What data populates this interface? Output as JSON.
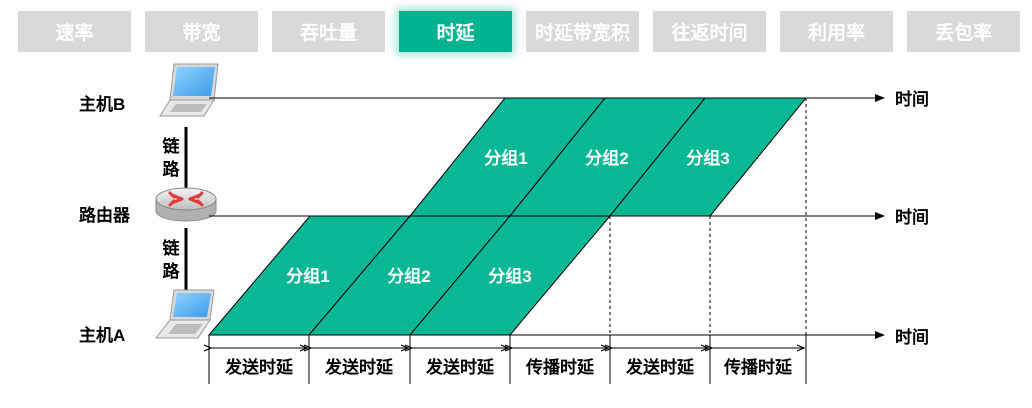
{
  "tabs": [
    {
      "label": "速率",
      "active": false
    },
    {
      "label": "带宽",
      "active": false
    },
    {
      "label": "吞吐量",
      "active": false
    },
    {
      "label": "时延",
      "active": true
    },
    {
      "label": "时延带宽积",
      "active": false
    },
    {
      "label": "往返时间",
      "active": false
    },
    {
      "label": "利用率",
      "active": false
    },
    {
      "label": "丢包率",
      "active": false
    }
  ],
  "colors": {
    "accent": "#00b290",
    "tab_inactive": "#d9d9d9",
    "packet_fill": "#08b894"
  },
  "nodes": {
    "host_b": "主机B",
    "router": "路由器",
    "host_a": "主机A"
  },
  "links": {
    "upper": "链路",
    "lower": "链路"
  },
  "time_label": "时间",
  "upper_packets": [
    "分组1",
    "分组2",
    "分组3"
  ],
  "lower_packets": [
    "分组1",
    "分组2",
    "分组3"
  ],
  "delay_labels": [
    "发送时延",
    "发送时延",
    "发送时延",
    "传播时延",
    "发送时延",
    "传播时延"
  ],
  "icons": {
    "host_b": "laptop-icon",
    "router": "router-icon",
    "host_a": "laptop-icon"
  }
}
